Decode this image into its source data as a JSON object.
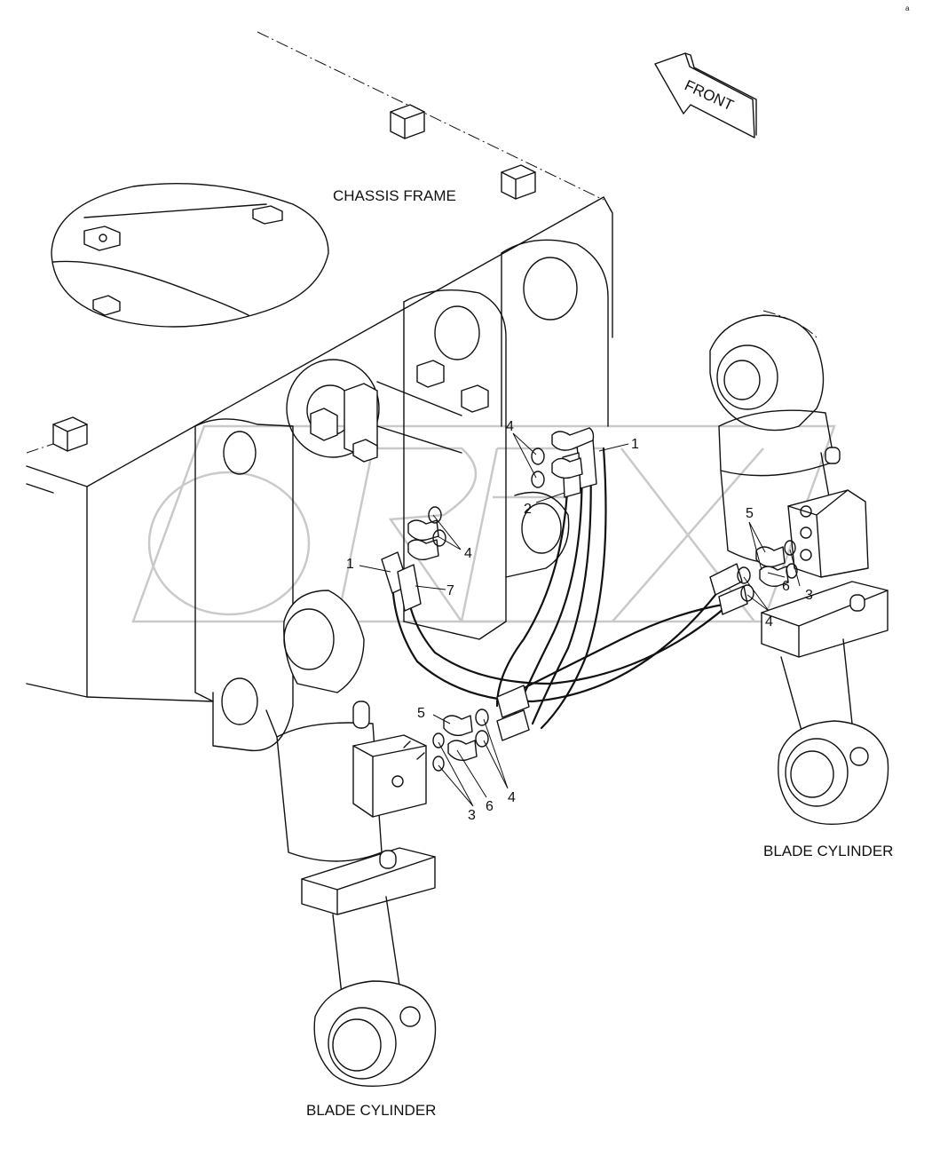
{
  "labels": {
    "chassis_frame": "CHASSIS FRAME",
    "front": "FRONT",
    "blade_cylinder_right": "BLADE CYLINDER",
    "blade_cylinder_left": "BLADE CYLINDER",
    "corner_mark": "a"
  },
  "callouts": {
    "c1_top": "1",
    "c4_top": "4",
    "c2": "2",
    "c4_mid": "4",
    "c1_left": "1",
    "c7": "7",
    "c5_right": "5",
    "c3_right": "3",
    "c6_right": "6",
    "c4_right": "4",
    "c5_left": "5",
    "c6_left": "6",
    "c4_left": "4",
    "c3_left": "3"
  },
  "watermark": "OREX"
}
